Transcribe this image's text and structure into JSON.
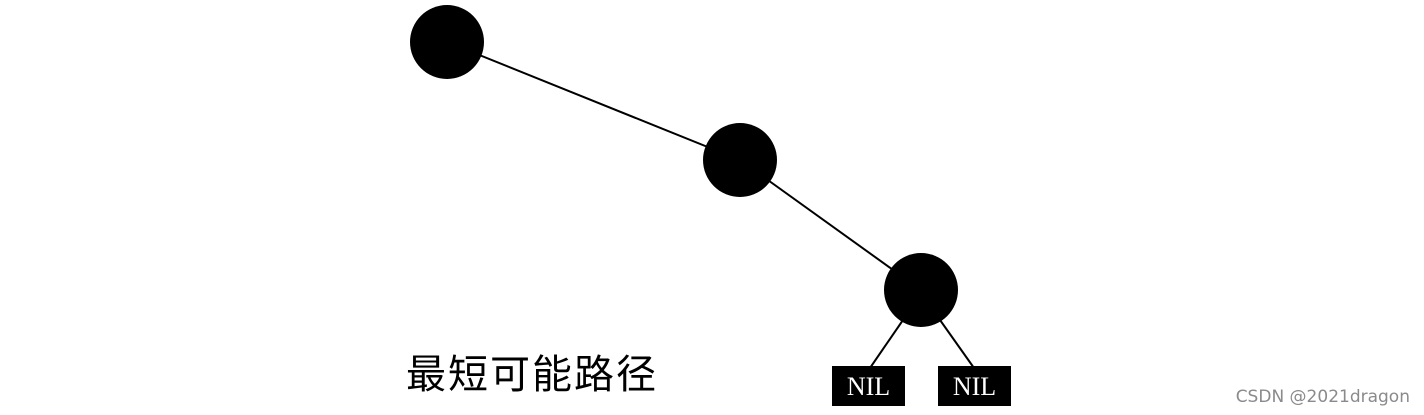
{
  "diagram": {
    "caption": "最短可能路径",
    "nil_label": "NIL",
    "watermark": "CSDN @2021dragon",
    "node_color": "#000000",
    "nil_fill": "#000000",
    "nil_text_color": "#ffffff",
    "edge_color": "#000000",
    "watermark_color": "#8a8a8a"
  }
}
